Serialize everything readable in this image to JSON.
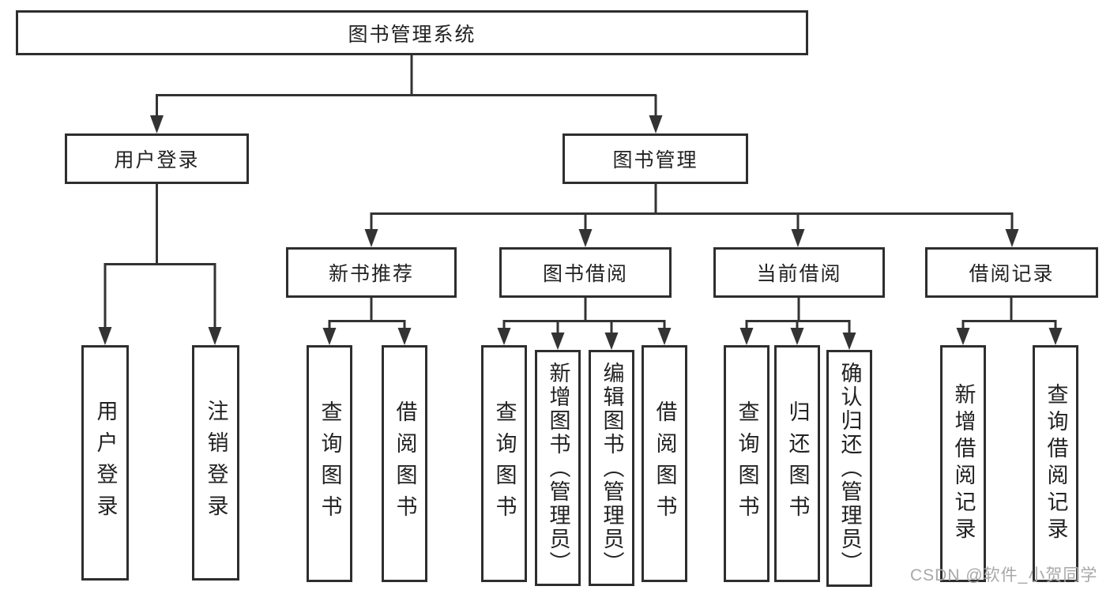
{
  "diagram": {
    "root": "图书管理系统",
    "level2": [
      "用户登录",
      "图书管理"
    ],
    "level3": [
      "新书推荐",
      "图书借阅",
      "当前借阅",
      "借阅记录"
    ],
    "leaves": {
      "user_login": [
        "用户登录",
        "注销登录"
      ],
      "new_books": [
        "查询图书",
        "借阅图书"
      ],
      "book_borrowing": [
        "查询图书",
        "新增图书（管理员）",
        "编辑图书（管理员）",
        "借阅图书"
      ],
      "current_borrowing": [
        "查询图书",
        "归还图书",
        "确认归还（管理员）"
      ],
      "borrow_records": [
        "新增借阅记录",
        "查询借阅记录"
      ]
    }
  },
  "watermark": "CSDN @软件_小贺同学",
  "colors": {
    "background": "#ffffff",
    "line": "#333333",
    "box_border": "#2e2e2e",
    "text": "#222222",
    "watermark": "#a8a8a8"
  }
}
